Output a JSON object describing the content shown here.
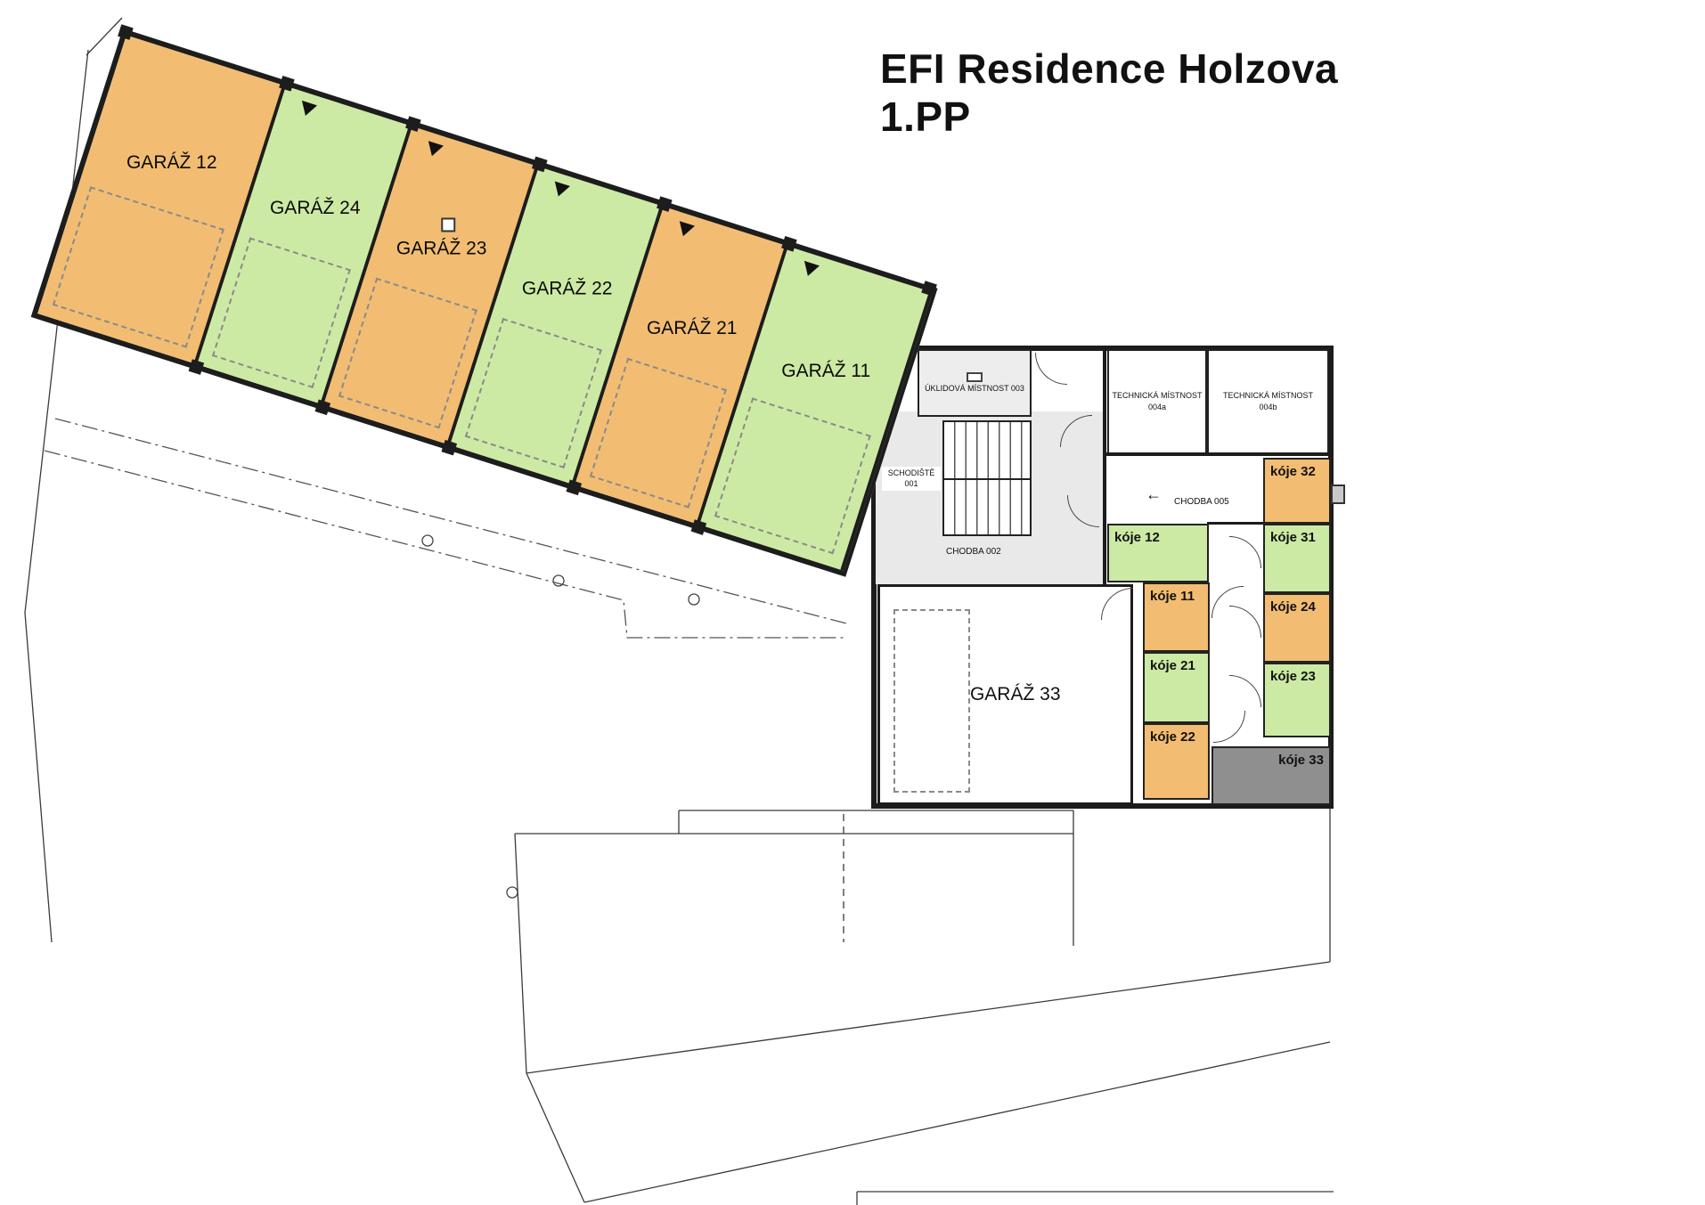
{
  "title": {
    "line1": "EFI Residence Holzova",
    "line2": "1.PP"
  },
  "colors": {
    "orange": "#f2bd72",
    "green": "#cdeaa4",
    "gray": "#8f8f8f",
    "corridor": "#e9e9e9",
    "room": "#ededed",
    "wall": "#1c1c1c"
  },
  "garages": [
    {
      "label": "GARÁŽ 12",
      "fill": "orange"
    },
    {
      "label": "GARÁŽ 24",
      "fill": "green"
    },
    {
      "label": "GARÁŽ 23",
      "fill": "orange"
    },
    {
      "label": "GARÁŽ 22",
      "fill": "green"
    },
    {
      "label": "GARÁŽ 21",
      "fill": "orange"
    },
    {
      "label": "GARÁŽ 11",
      "fill": "green"
    }
  ],
  "rooms": {
    "uklidova": {
      "label": "ÚKLIDOVÁ MÍSTNOST 003"
    },
    "technicka_a": {
      "line1": "TECHNICKÁ MÍSTNOST",
      "line2": "004a"
    },
    "technicka_b": {
      "line1": "TECHNICKÁ MÍSTNOST",
      "line2": "004b"
    },
    "schodiste": {
      "line1": "SCHODIŠTĚ",
      "line2": "001"
    },
    "chodba_002": {
      "label": "CHODBA 002"
    },
    "chodba_005": {
      "label": "CHODBA 005"
    },
    "garaz_33": {
      "label": "GARÁŽ  33"
    }
  },
  "koje": {
    "k12": {
      "label": "kóje 12",
      "fill": "green"
    },
    "k11": {
      "label": "kóje 11",
      "fill": "orange"
    },
    "k21": {
      "label": "kóje 21",
      "fill": "green"
    },
    "k22": {
      "label": "kóje 22",
      "fill": "orange"
    },
    "k32": {
      "label": "kóje 32",
      "fill": "orange"
    },
    "k31": {
      "label": "kóje 31",
      "fill": "green"
    },
    "k24": {
      "label": "kóje 24",
      "fill": "orange"
    },
    "k23": {
      "label": "kóje 23",
      "fill": "green"
    },
    "k33": {
      "label": "kóje 33",
      "fill": "gray"
    }
  },
  "icons": {
    "direction_arrow": "←"
  }
}
